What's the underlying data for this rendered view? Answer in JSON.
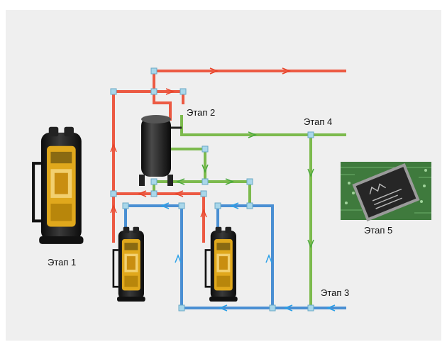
{
  "labels": {
    "stage1": "Этап 1",
    "stage2": "Этап 2",
    "stage3": "Этап 3",
    "stage4": "Этап 4",
    "stage5": "Этап 5"
  },
  "colors": {
    "background": "#efefef",
    "hot_pipe": "#ec5a43",
    "cool_pipe": "#7cba4d",
    "cold_pipe": "#4a8fd3",
    "hot_arrow": "#e8442a",
    "cool_arrow": "#4aa83a",
    "cold_arrow": "#2aa0e8",
    "joint": "#a9d7ea",
    "compressor_body": "#1a1a1a",
    "compressor_cutaway": "#e0a81c",
    "chip_board": "#3f7a3d"
  },
  "icons": {
    "compressor_large": "scroll-compressor-cutaway",
    "compressor_small": "scroll-compressor-cutaway",
    "receiver": "refrigerant-receiver-tank",
    "chip": "microcontroller-chip"
  }
}
